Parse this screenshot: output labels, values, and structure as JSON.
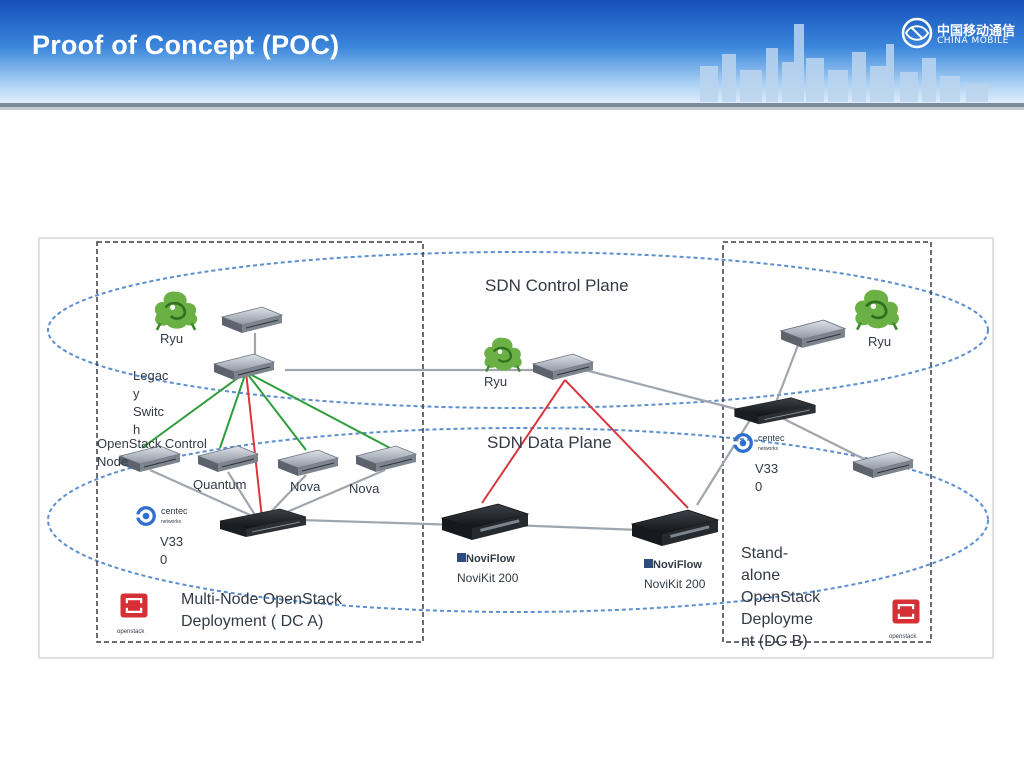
{
  "header": {
    "title": "Proof of Concept (POC)",
    "logo_text": "中国移动通信",
    "logo_subtext": "CHINA MOBILE"
  },
  "diagram": {
    "control_plane_label": "SDN Control Plane",
    "data_plane_label": "SDN Data Plane",
    "dc_a": {
      "ryu_label": "Ryu",
      "legacy_switch_label": [
        "Legac",
        "y",
        "Switc",
        "h"
      ],
      "openstack_control_label": [
        "OpenStack Control",
        "Node"
      ],
      "quantum_label": "Quantum",
      "nova_label_1": "Nova",
      "nova_label_2": "Nova",
      "centec_brand": "centec",
      "centec_tagline": "networks",
      "v330_label": [
        "V33",
        "0"
      ],
      "openstack_logo_text": "openstack",
      "deployment_label": [
        "Multi-Node OpenStack",
        "Deployment ( DC A)"
      ]
    },
    "middle": {
      "ryu_label": "Ryu",
      "noviflow_brand_1": "NoviFlow",
      "novikit_label_1": "NoviKit 200",
      "noviflow_brand_2": "NoviFlow",
      "novikit_label_2": "NoviKit 200"
    },
    "dc_b": {
      "ryu_label": "Ryu",
      "centec_brand": "centec",
      "centec_tagline": "networks",
      "v330_label": [
        "V33",
        "0"
      ],
      "deployment_label": [
        "Stand-",
        "alone",
        "OpenStack",
        "Deployme",
        "nt (DC B)"
      ],
      "openstack_logo_text": "openstack"
    },
    "colors": {
      "control_link": "#2e9e3b",
      "openflow_link": "#d9363e",
      "ellipse": "#5b8fd0",
      "header_blue": "#1d62c4"
    }
  }
}
